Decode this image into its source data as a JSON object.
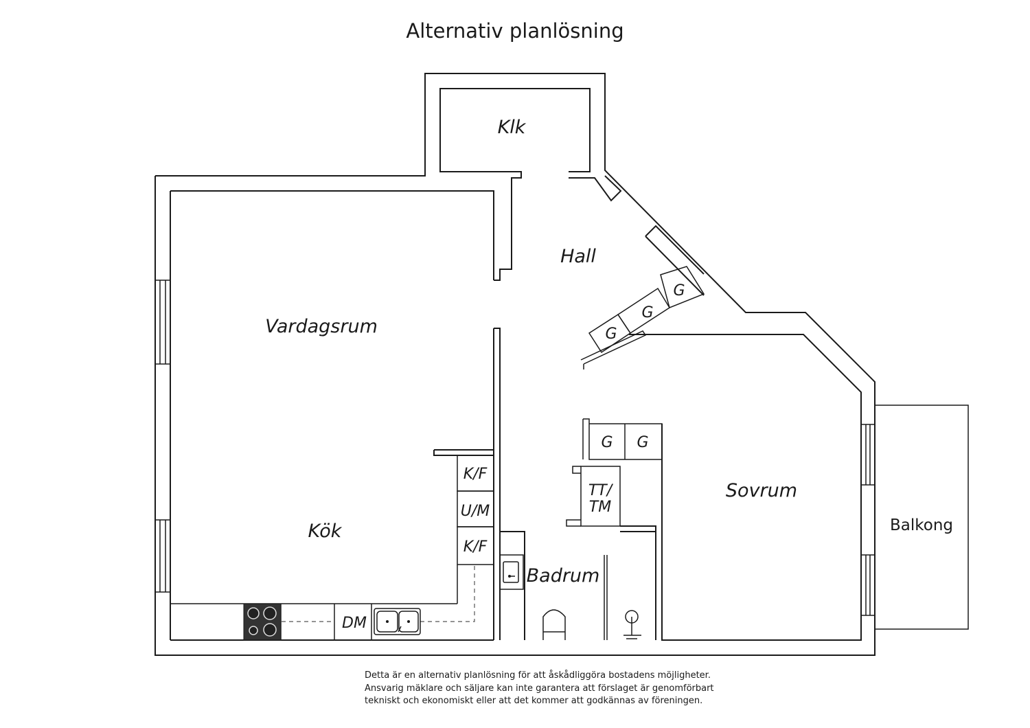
{
  "title": "Alternativ planlösning",
  "rooms": {
    "klk": "Klk",
    "hall": "Hall",
    "vardagsrum": "Vardagsrum",
    "kok": "Kök",
    "sovrum": "Sovrum",
    "badrum": "Badrum",
    "balkong": "Balkong"
  },
  "fixtures": {
    "wardrobe": "G",
    "kf": "K/F",
    "um": "U/M",
    "dm": "DM",
    "tt": "TT/",
    "tm": "TM"
  },
  "disclaimer": {
    "line1": "Detta är en alternativ planlösning för att åskådliggöra bostadens möjligheter.",
    "line2": "Ansvarig mäklare och säljare kan inte garantera att förslaget är genomförbart",
    "line3": "tekniskt och ekonomiskt eller att det kommer att godkännas av föreningen."
  }
}
